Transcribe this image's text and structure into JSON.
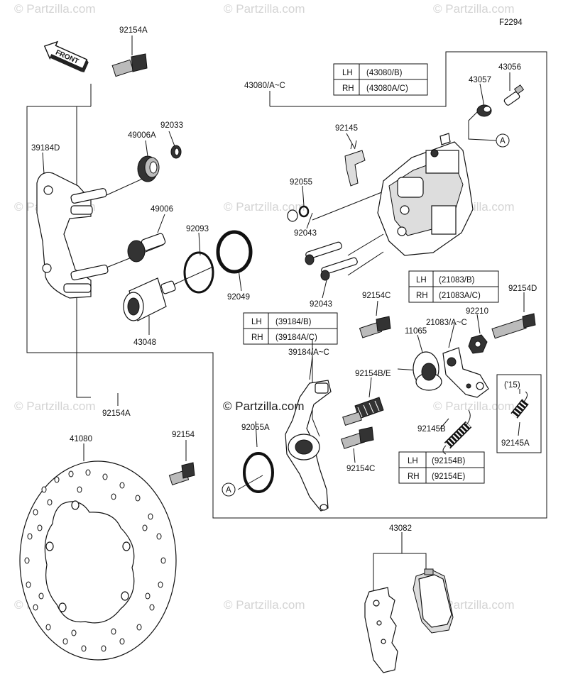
{
  "figure_code": "F2294",
  "front_label": "FRONT",
  "brand_overlay": "© Partzilla.com",
  "watermark_text": "© Partzilla.com",
  "callouts": {
    "c1": "92154A",
    "c2": "43080/A~C",
    "c3": "43056",
    "c4": "43057",
    "c5": "92033",
    "c6": "49006A",
    "c7": "39184D",
    "c8": "92145",
    "c9": "A",
    "c10": "92055",
    "c11": "49006",
    "c12": "92093",
    "c13": "92043",
    "c14": "92049",
    "c15": "92043",
    "c16": "92154C",
    "c17": "92154D",
    "c18": "43048",
    "c19": "92210",
    "c20": "21083/A~C",
    "c21": "11065",
    "c22": "39184/A~C",
    "c23": "92154B/E",
    "c24": "('15)",
    "c25": "92154A",
    "c26": "92055A",
    "c27": "92145B",
    "c28": "92145A",
    "c29": "41080",
    "c30": "92154",
    "c31": "92154C",
    "c32": "A",
    "c33": "43082"
  },
  "tables": {
    "caliper": {
      "rows": [
        {
          "side": "LH",
          "part": "(43080/B)"
        },
        {
          "side": "RH",
          "part": "(43080A/C)"
        }
      ]
    },
    "bracket": {
      "rows": [
        {
          "side": "LH",
          "part": "(21083/B)"
        },
        {
          "side": "RH",
          "part": "(21083A/C)"
        }
      ]
    },
    "holder": {
      "rows": [
        {
          "side": "LH",
          "part": "(39184/B)"
        },
        {
          "side": "RH",
          "part": "(39184A/C)"
        }
      ]
    },
    "bolt": {
      "rows": [
        {
          "side": "LH",
          "part": "(92154B)"
        },
        {
          "side": "RH",
          "part": "(92154E)"
        }
      ]
    }
  },
  "icons": [
    "front-arrow-icon",
    "reference-a-icon"
  ]
}
